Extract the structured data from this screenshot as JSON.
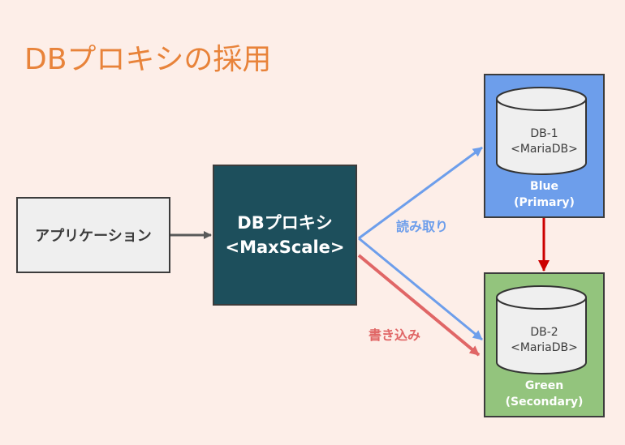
{
  "title": "DBプロキシの採用",
  "nodes": {
    "application": {
      "label": "アプリケーション"
    },
    "proxy": {
      "line1": "DBプロキシ",
      "line2": "<MaxScale>"
    },
    "db1": {
      "cylinder_line1": "DB-1",
      "cylinder_line2": "<MariaDB>",
      "label_line1": "Blue",
      "label_line2": "(Primary)"
    },
    "db2": {
      "cylinder_line1": "DB-2",
      "cylinder_line2": "<MariaDB>",
      "label_line1": "Green",
      "label_line2": "(Secondary)"
    }
  },
  "edges": {
    "read_label": "読み取り",
    "write_label": "書き込み"
  },
  "colors": {
    "background": "#fdeee8",
    "title": "#e8833a",
    "proxy": "#1d4f5c",
    "blue": "#6d9eeb",
    "green": "#93c47d",
    "read_arrow": "#6d9eeb",
    "write_arrow": "#e06666",
    "replication_arrow": "#cc0000"
  }
}
